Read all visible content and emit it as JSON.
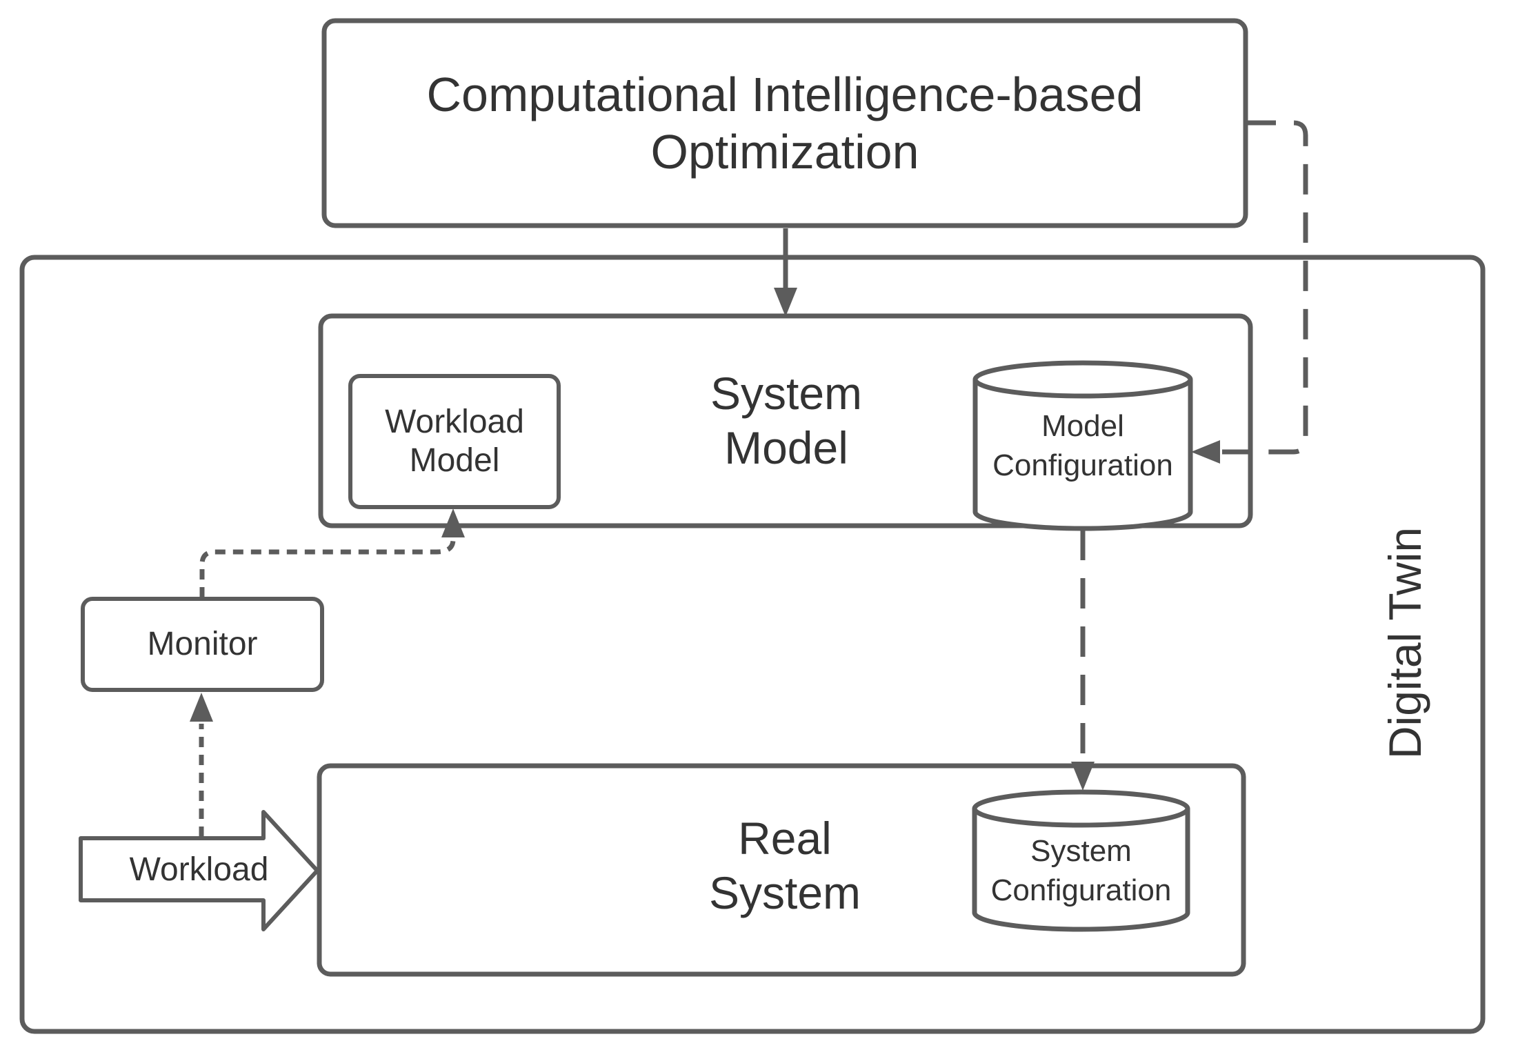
{
  "diagram": {
    "background_color": "#ffffff",
    "stroke_color": "#5c5c5c",
    "text_color": "#333333",
    "nodes": {
      "optimization": {
        "label": "Computational Intelligence-based\nOptimization",
        "shape": "rounded-rectangle"
      },
      "digital_twin": {
        "label": "Digital Twin",
        "shape": "rounded-rectangle-container",
        "label_rotation": "-90deg"
      },
      "system_model": {
        "label": "System\nModel",
        "shape": "rounded-rectangle"
      },
      "workload_model": {
        "label": "Workload\nModel",
        "shape": "rounded-rectangle"
      },
      "model_configuration": {
        "label": "Model\nConfiguration",
        "shape": "cylinder"
      },
      "monitor": {
        "label": "Monitor",
        "shape": "rounded-rectangle"
      },
      "workload": {
        "label": "Workload",
        "shape": "block-arrow-right"
      },
      "real_system": {
        "label": "Real\nSystem",
        "shape": "rounded-rectangle"
      },
      "system_configuration": {
        "label": "System\nConfiguration",
        "shape": "cylinder"
      }
    },
    "edges": [
      {
        "from": "optimization",
        "to": "system_model",
        "style": "solid",
        "arrow": "filled-triangle"
      },
      {
        "from": "optimization",
        "to": "model_configuration",
        "style": "long-dash",
        "arrow": "filled-triangle"
      },
      {
        "from": "model_configuration",
        "to": "system_configuration",
        "style": "long-dash",
        "arrow": "filled-triangle"
      },
      {
        "from": "workload",
        "to": "monitor",
        "style": "short-dash",
        "arrow": "filled-triangle"
      },
      {
        "from": "monitor",
        "to": "workload_model",
        "style": "short-dash",
        "arrow": "filled-triangle"
      }
    ]
  }
}
